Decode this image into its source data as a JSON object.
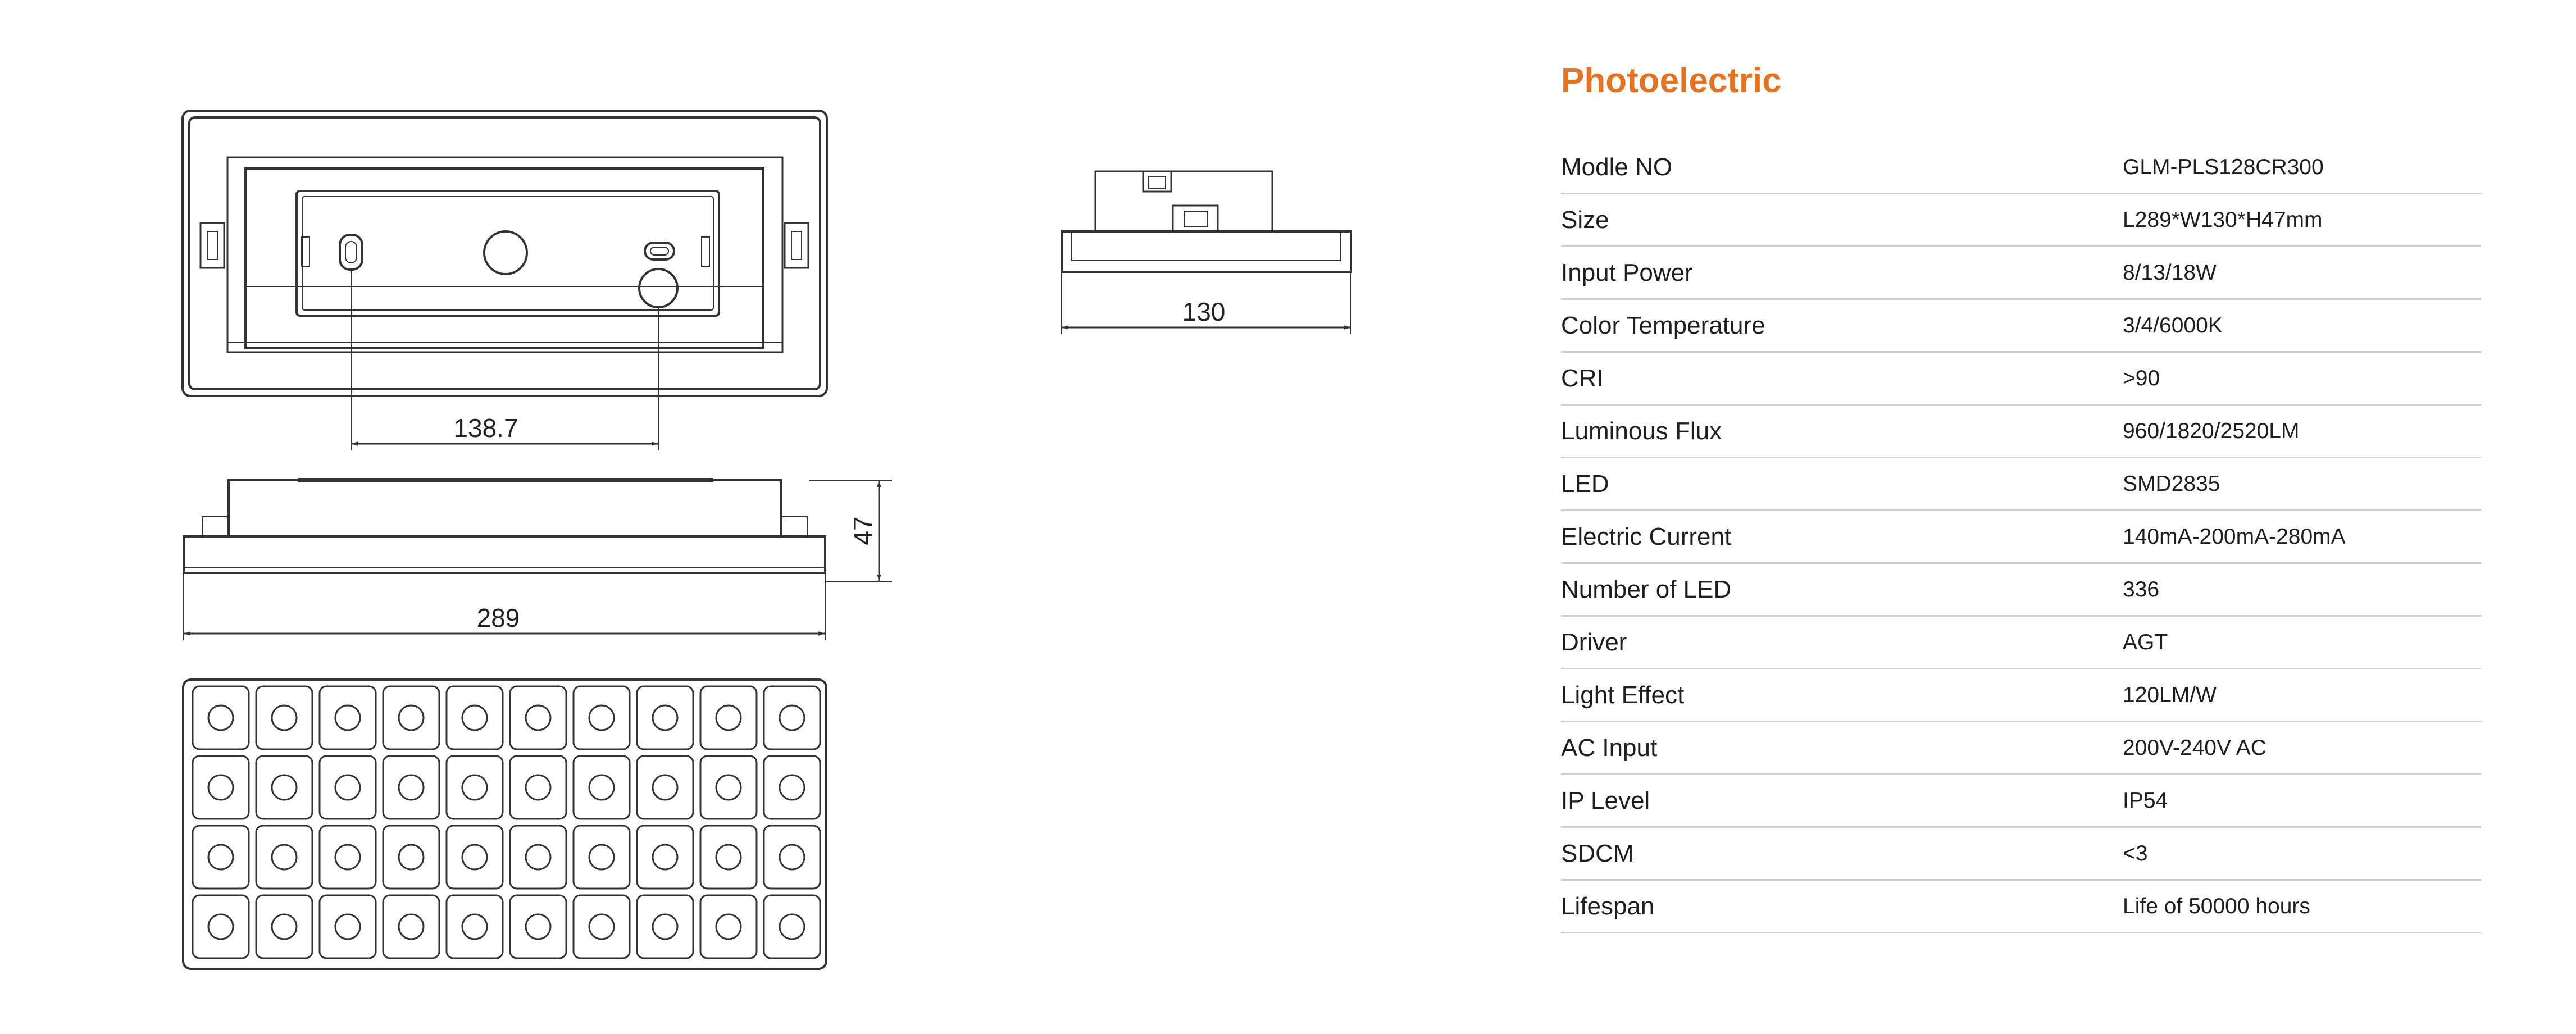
{
  "drawing": {
    "dim_width_top": "138.7",
    "dim_length": "289",
    "dim_height": "47",
    "dim_width_side": "130"
  },
  "spec": {
    "title": "Photoelectric",
    "accent_color": "#e07424",
    "rows": [
      {
        "label": "Modle NO",
        "value": "GLM-PLS128CR300"
      },
      {
        "label": "Size",
        "value": "L289*W130*H47mm"
      },
      {
        "label": "Input Power",
        "value": "8/13/18W"
      },
      {
        "label": "Color Temperature",
        "value": "3/4/6000K"
      },
      {
        "label": "CRI",
        "value": ">90"
      },
      {
        "label": "Luminous Flux",
        "value": "960/1820/2520LM"
      },
      {
        "label": "LED",
        "value": "SMD2835"
      },
      {
        "label": "Electric Current",
        "value": "140mA-200mA-280mA"
      },
      {
        "label": "Number of LED",
        "value": "336"
      },
      {
        "label": "Driver",
        "value": "AGT"
      },
      {
        "label": "Light Effect",
        "value": "120LM/W"
      },
      {
        "label": "AC Input",
        "value": "200V-240V AC"
      },
      {
        "label": "IP Level",
        "value": "IP54"
      },
      {
        "label": "SDCM",
        "value": "<3"
      },
      {
        "label": "Lifespan",
        "value": "Life of 50000 hours"
      }
    ]
  }
}
